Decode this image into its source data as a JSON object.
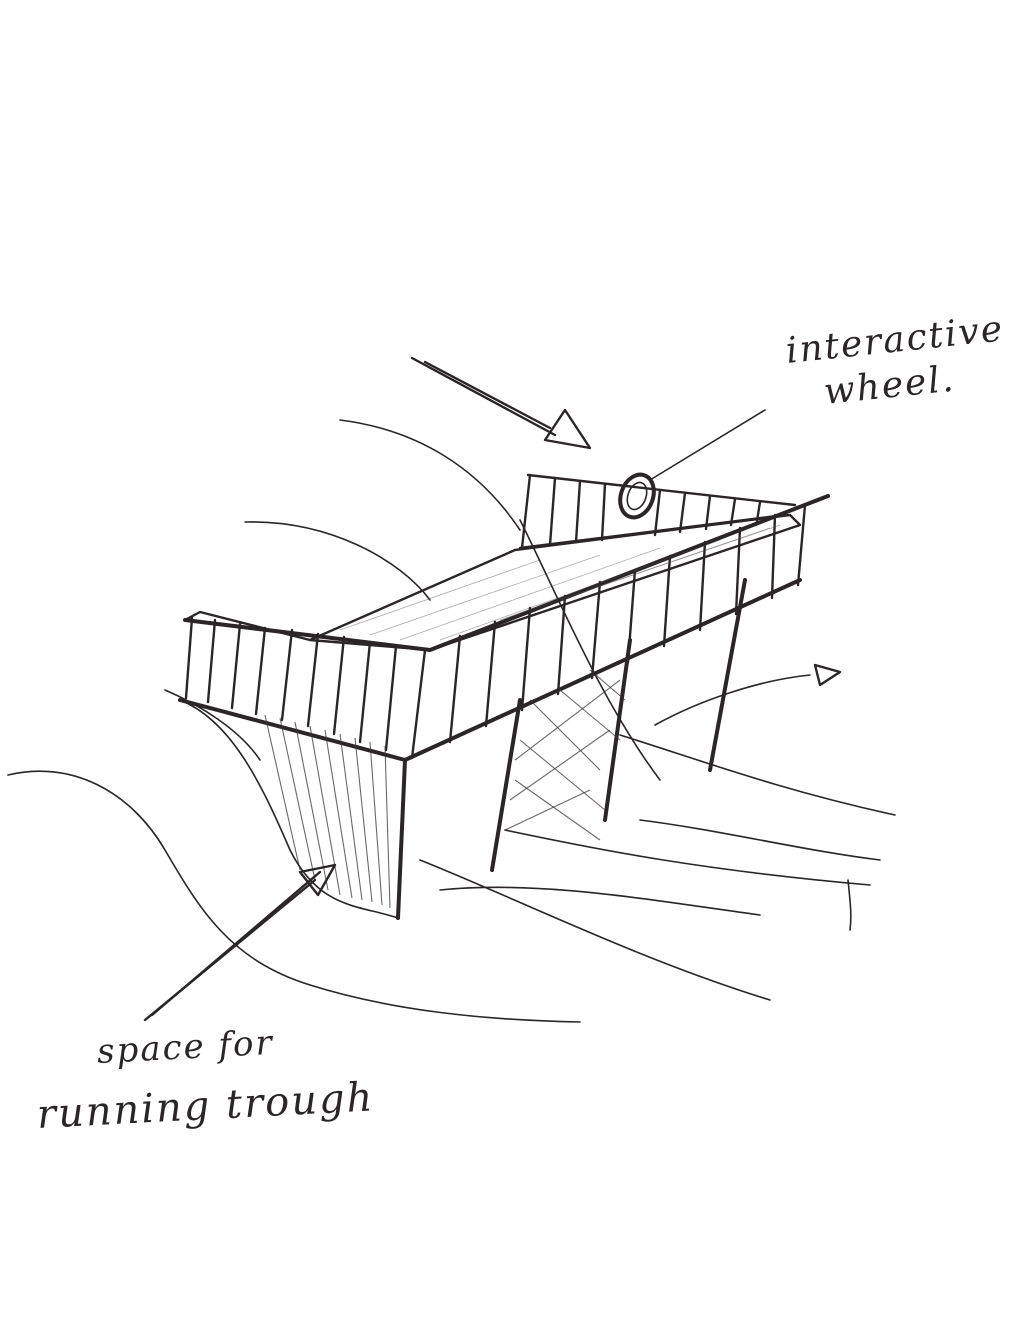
{
  "annotations": {
    "wheel_line1": "interactive",
    "wheel_line2": "wheel.",
    "trough_line1": "space for",
    "trough_line2": "running trough"
  },
  "colors": {
    "ink": "#2a2628",
    "paper": "#ffffff"
  }
}
